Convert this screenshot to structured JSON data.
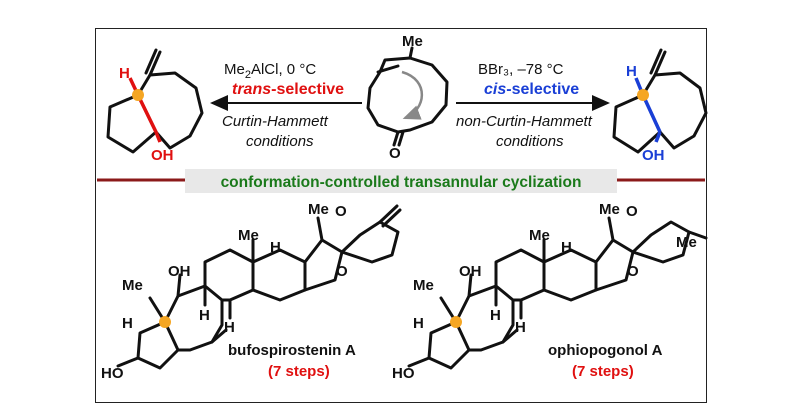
{
  "left_conditions": {
    "reagent_main": "Me",
    "reagent_sub": "2",
    "reagent_rest": "AlCl, 0 °C",
    "selectivity_italic": "trans",
    "selectivity_rest": "-selective",
    "regime_line1": "Curtin-Hammett",
    "regime_line2": "conditions"
  },
  "right_conditions": {
    "reagent": "BBr₃, –78 °C",
    "selectivity_italic": "cis",
    "selectivity_rest": "-selective",
    "regime_line1": "non-Curtin-Hammett",
    "regime_line2": "conditions"
  },
  "banner_text": "conformation-controlled transannular cyclization",
  "atoms": {
    "me": "Me",
    "h": "H",
    "oh": "OH",
    "o": "O",
    "ho": "HO"
  },
  "products": [
    {
      "name": "bufospirostenin A",
      "steps": "(7 steps)"
    },
    {
      "name": "ophiopogonol A",
      "steps": "(7 steps)"
    }
  ],
  "colors": {
    "trans": "#e01010",
    "cis": "#1a3fd6",
    "banner_text": "#1b7a1b",
    "banner_bg": "#e8e8e8",
    "divider": "#8b1a1a",
    "highlight": "#f5a623"
  }
}
